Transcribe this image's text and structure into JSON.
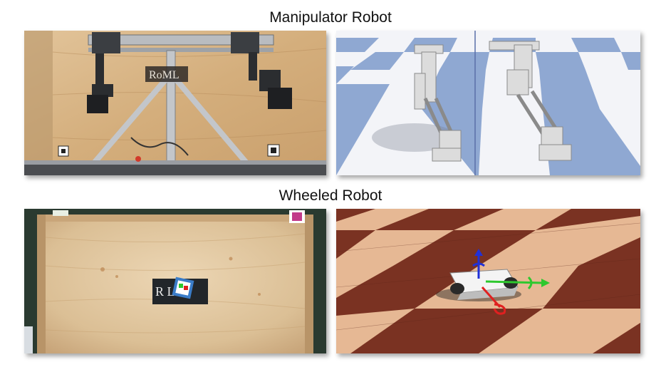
{
  "captions": {
    "top": "Manipulator Robot",
    "bottom": "Wheeled Robot"
  },
  "panels": {
    "top_left": {
      "icon": "real-manipulator-photo"
    },
    "top_right": {
      "icon": "simulated-manipulator-render"
    },
    "bottom_left": {
      "icon": "real-wheeled-robot-photo"
    },
    "bottom_right": {
      "icon": "simulated-wheeled-robot-render"
    }
  },
  "colors": {
    "plywood": "#d9b98e",
    "sim_blue": "#8fa8d2",
    "sim_white": "#f3f4f8",
    "wood_dark": "#7a3222",
    "wood_light": "#e6b894",
    "axis_red": "#e02020",
    "axis_green": "#2ec82e",
    "axis_blue": "#2030d8"
  }
}
